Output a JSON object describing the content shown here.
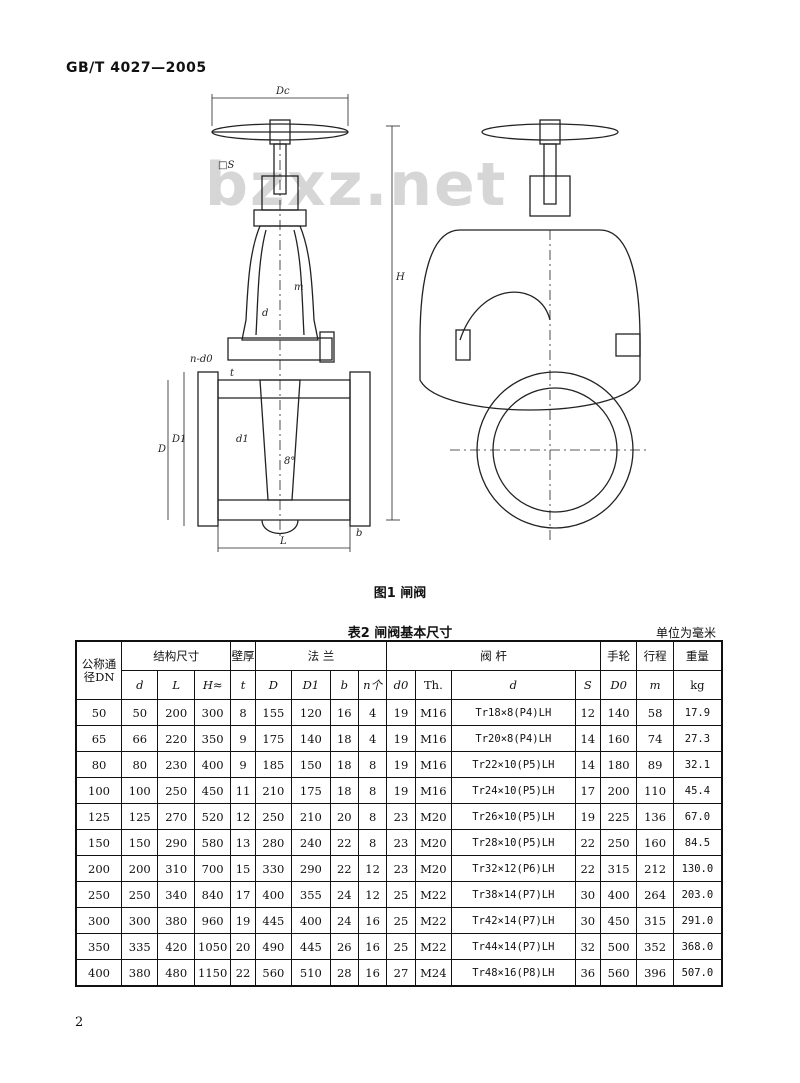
{
  "header": {
    "standard_no": "GB/T 4027—2005"
  },
  "watermark": "bzxz.net",
  "figure": {
    "caption": "图1  闸阀",
    "labels": {
      "dc": "Dc",
      "s": "□S",
      "h": "H",
      "d": "d",
      "m": "m",
      "n_d0": "n-d0",
      "t": "t",
      "D": "D",
      "D1": "D1",
      "d1": "d1",
      "L": "L",
      "b": "b",
      "angle": "8°"
    }
  },
  "table": {
    "caption": "表2  闸阀基本尺寸",
    "units": "单位为毫米",
    "headers": {
      "nominal": "公称通径DN",
      "struct": "结构尺寸",
      "wall": "壁厚",
      "flange": "法   兰",
      "stem": "阀   杆",
      "wheel": "手轮",
      "travel": "行程",
      "weight": "重量",
      "sub": {
        "d": "d",
        "L": "L",
        "H": "H≈",
        "t": "t",
        "D": "D",
        "D1": "D1",
        "b": "b",
        "n": "n个",
        "d0": "d0",
        "Th": "Th.",
        "stem_d": "d",
        "S": "S",
        "D0": "D0",
        "m": "m",
        "kg": "kg"
      }
    },
    "rows": [
      [
        "50",
        "50",
        "200",
        "300",
        "8",
        "155",
        "120",
        "16",
        "4",
        "19",
        "M16",
        "Tr18×8(P4)LH",
        "12",
        "140",
        "58",
        "17.9"
      ],
      [
        "65",
        "66",
        "220",
        "350",
        "9",
        "175",
        "140",
        "18",
        "4",
        "19",
        "M16",
        "Tr20×8(P4)LH",
        "14",
        "160",
        "74",
        "27.3"
      ],
      [
        "80",
        "80",
        "230",
        "400",
        "9",
        "185",
        "150",
        "18",
        "8",
        "19",
        "M16",
        "Tr22×10(P5)LH",
        "14",
        "180",
        "89",
        "32.1"
      ],
      [
        "100",
        "100",
        "250",
        "450",
        "11",
        "210",
        "175",
        "18",
        "8",
        "19",
        "M16",
        "Tr24×10(P5)LH",
        "17",
        "200",
        "110",
        "45.4"
      ],
      [
        "125",
        "125",
        "270",
        "520",
        "12",
        "250",
        "210",
        "20",
        "8",
        "23",
        "M20",
        "Tr26×10(P5)LH",
        "19",
        "225",
        "136",
        "67.0"
      ],
      [
        "150",
        "150",
        "290",
        "580",
        "13",
        "280",
        "240",
        "22",
        "8",
        "23",
        "M20",
        "Tr28×10(P5)LH",
        "22",
        "250",
        "160",
        "84.5"
      ],
      [
        "200",
        "200",
        "310",
        "700",
        "15",
        "330",
        "290",
        "22",
        "12",
        "23",
        "M20",
        "Tr32×12(P6)LH",
        "22",
        "315",
        "212",
        "130.0"
      ],
      [
        "250",
        "250",
        "340",
        "840",
        "17",
        "400",
        "355",
        "24",
        "12",
        "25",
        "M22",
        "Tr38×14(P7)LH",
        "30",
        "400",
        "264",
        "203.0"
      ],
      [
        "300",
        "300",
        "380",
        "960",
        "19",
        "445",
        "400",
        "24",
        "16",
        "25",
        "M22",
        "Tr42×14(P7)LH",
        "30",
        "450",
        "315",
        "291.0"
      ],
      [
        "350",
        "335",
        "420",
        "1050",
        "20",
        "490",
        "445",
        "26",
        "16",
        "25",
        "M22",
        "Tr44×14(P7)LH",
        "32",
        "500",
        "352",
        "368.0"
      ],
      [
        "400",
        "380",
        "480",
        "1150",
        "22",
        "560",
        "510",
        "28",
        "16",
        "27",
        "M24",
        "Tr48×16(P8)LH",
        "36",
        "560",
        "396",
        "507.0"
      ]
    ]
  },
  "footer": {
    "page_number": "2"
  }
}
